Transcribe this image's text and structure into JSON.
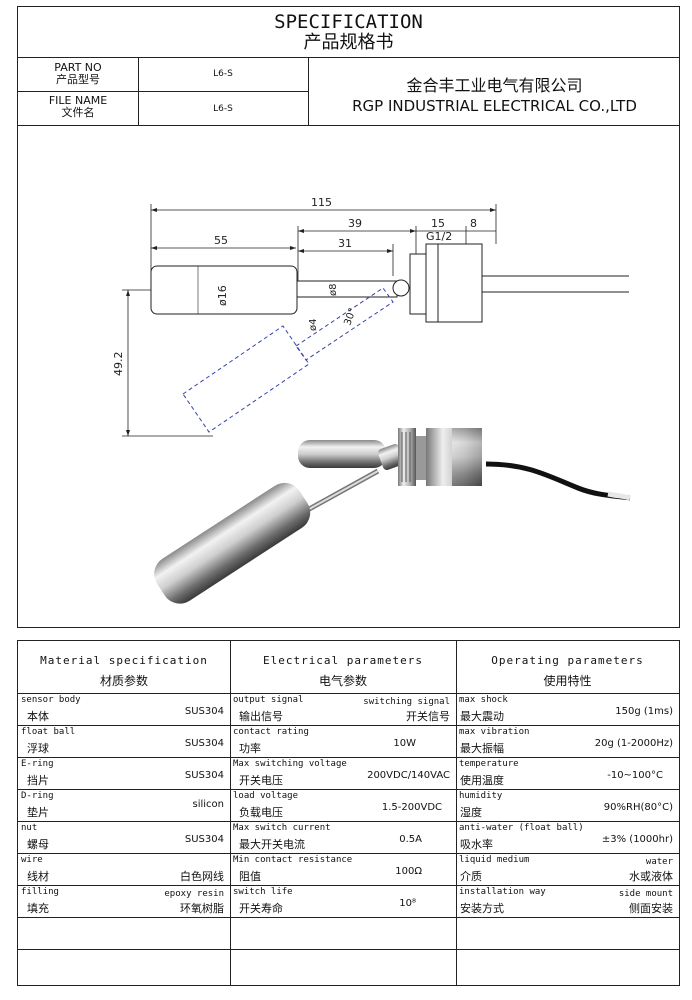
{
  "title": {
    "en": "SPECIFICATION",
    "cn": "产品规格书"
  },
  "header": {
    "part_no_label_en": "PART NO",
    "part_no_label_cn": "产品型号",
    "part_no_value": "L6-S",
    "file_name_label_en": "FILE NAME",
    "file_name_label_cn": "文件名",
    "file_name_value": "L6-S",
    "company_cn": "金合丰工业电气有限公司",
    "company_en": "RGP INDUSTRIAL ELECTRICAL CO.,LTD"
  },
  "drawing": {
    "dims": {
      "d115": "115",
      "d39": "39",
      "d15": "15",
      "d8": "8",
      "d55": "55",
      "d31": "31",
      "thread": "G1/2",
      "d16": "ø16",
      "d8b": "ø8",
      "d4": "ø4",
      "angle": "30°",
      "d49": "49.2"
    }
  },
  "spec": {
    "columns": [
      {
        "en": "Material specification",
        "cn": "材质参数"
      },
      {
        "en": "Electrical parameters",
        "cn": "电气参数"
      },
      {
        "en": "Operating parameters",
        "cn": "使用特性"
      }
    ],
    "material": [
      {
        "en": "sensor body",
        "cn": "本体",
        "value": "SUS304"
      },
      {
        "en": "float ball",
        "cn": "浮球",
        "value": "SUS304"
      },
      {
        "en": "E-ring",
        "cn": "挡片",
        "value": "SUS304"
      },
      {
        "en": "D-ring",
        "cn": "垫片",
        "value": "silicon"
      },
      {
        "en": "nut",
        "cn": "螺母",
        "value": "SUS304"
      },
      {
        "en": "wire",
        "cn": "线材",
        "value_cn": "白色网线"
      },
      {
        "en": "filling",
        "cn": "填充",
        "value_en": "epoxy resin",
        "value_cn": "环氧树脂"
      }
    ],
    "electrical": [
      {
        "en": "output signal",
        "cn": "输出信号",
        "value_en": "switching signal",
        "value_cn": "开关信号"
      },
      {
        "en": "contact rating",
        "cn": "功率",
        "value": "10W"
      },
      {
        "en": "Max switching voltage",
        "cn": "开关电压",
        "value": "200VDC/140VAC"
      },
      {
        "en": "load voltage",
        "cn": "负载电压",
        "value": "1.5-200VDC"
      },
      {
        "en": "Max switch current",
        "cn": "最大开关电流",
        "value": "0.5A"
      },
      {
        "en": "Min contact resistance",
        "cn": "阻值",
        "value": "100Ω"
      },
      {
        "en": "switch life",
        "cn": "开关寿命",
        "value": "10⁸"
      }
    ],
    "operating": [
      {
        "en": "max shock",
        "cn": "最大震动",
        "value": "150g (1ms)"
      },
      {
        "en": "max vibration",
        "cn": "最大振幅",
        "value": "20g (1-2000Hz)"
      },
      {
        "en": "temperature",
        "cn": "使用温度",
        "value": "-10~100°C"
      },
      {
        "en": "humidity",
        "cn": "湿度",
        "value": "90%RH(80°C)"
      },
      {
        "en": "anti-water (float ball)",
        "cn": "吸水率",
        "value": "±3% (1000hr)"
      },
      {
        "en": "liquid medium",
        "cn": "介质",
        "value_en": "water",
        "value_cn": "水或液体"
      },
      {
        "en": "installation way",
        "cn": "安装方式",
        "value_en": "side mount",
        "value_cn": "侧面安装"
      }
    ]
  }
}
